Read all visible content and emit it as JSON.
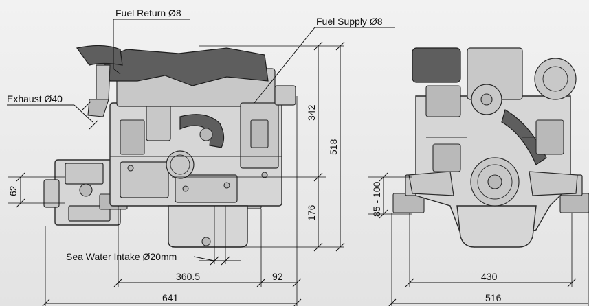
{
  "labels": {
    "fuel_return": "Fuel Return Ø8",
    "fuel_supply": "Fuel Supply Ø8",
    "exhaust": "Exhaust Ø40",
    "sea_water": "Sea Water Intake Ø20mm"
  },
  "dimensions": {
    "height_upper": "342",
    "height_total": "518",
    "height_lower": "176",
    "shaft_offset": "62",
    "base_length": "360.5",
    "rear_extension": "92",
    "total_length": "641",
    "mount_width": "430",
    "total_width": "516",
    "mount_height": "85 - 100"
  }
}
